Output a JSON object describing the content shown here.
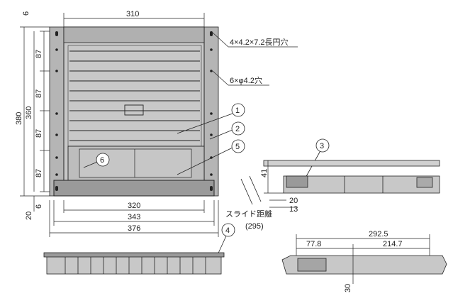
{
  "dimensions": {
    "top_width": "310",
    "height_total": "380",
    "height_inner": "360",
    "pitch_1": "87",
    "pitch_2": "87",
    "pitch_3": "87",
    "pitch_4": "87",
    "top_offset": "6",
    "bottom_offset_6": "6",
    "bottom_offset_20": "20",
    "width_320": "320",
    "width_343": "343",
    "width_376": "376",
    "side_height_41": "41",
    "side_20": "20",
    "side_13": "13",
    "slide_distance_label": "スライド距離",
    "slide_distance_value": "(295)",
    "bottom_292_5": "292.5",
    "bottom_77_8": "77.8",
    "bottom_214_7": "214.7",
    "bottom_30": "30"
  },
  "notes": {
    "slot_holes": "4×4.2×7.2長円穴",
    "round_holes": "6×φ4.2穴"
  },
  "callouts": [
    "1",
    "2",
    "3",
    "4",
    "5",
    "6"
  ],
  "colors": {
    "line": "#222222",
    "tray_fill": "#c8c8c8",
    "tray_dark": "#9a9a9a",
    "rail": "#b5b5b5"
  }
}
